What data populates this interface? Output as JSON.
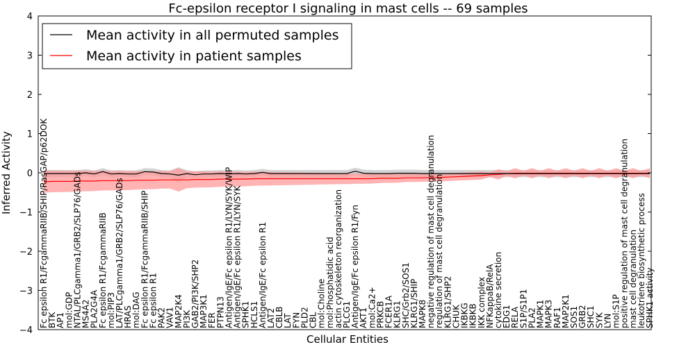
{
  "chart_data": {
    "type": "line",
    "title": "Fc-epsilon receptor I signaling in mast cells -- 69 samples",
    "xlabel": "Cellular Entities",
    "ylabel": "Inferred Activity",
    "ylim": [
      -4,
      4
    ],
    "yticks": [
      "−4",
      "−3",
      "−2",
      "−1",
      "0",
      "1",
      "2",
      "3",
      "4"
    ],
    "grid": false,
    "legend_position": "top-left",
    "colors": {
      "permuted": "#000000",
      "patient": "#ff0000",
      "patient_band": "#ff9999",
      "permuted_band": "#c8c8c8"
    },
    "categories": [
      "Fc epsilon R1/FcgammaRIIB/SHIP/RasGAP/p62DOK",
      "BTK",
      "AP1",
      "mol:GDP",
      "NTAL/PLCgamma1/GRB2/SLP76/GADs",
      "MS4A2",
      "PLA2G4A",
      "Fc epsilon R1/FcgammaRIIB",
      "mol:PIP3",
      "LAT/PLCgamma1/GRB2/SLP76/GADs",
      "HRAS",
      "mol:DAG",
      "Fc epsilon R1/FcgammaRIIB/SHIP",
      "Fc epsilon R1",
      "PAK2",
      "VAV1",
      "MAP2K4",
      "PI3K",
      "GAB2/PI3K/SHP2",
      "MAP3K1",
      "FER",
      "PTPN13",
      "Antigen/IgE/Fc epsilon R1/LYN/SYK/WIP",
      "Antigen/IgE/Fc epsilon R1/LYN/SYK",
      "SPHK1",
      "HCLS1",
      "Antigen/IgE/Fc epsilon R1",
      "LAT2",
      "CBLB",
      "LAT",
      "FYN",
      "PLD2",
      "CBL",
      "mol:Choline",
      "mol:Phosphatidic acid",
      "actin cytoskeleton reorganization",
      "PLCG1",
      "Antigen/IgE/Fc epsilon R1/Fyn",
      "AKT1",
      "mol:Ca2+",
      "PRKCB",
      "FCER1A",
      "KLRG1",
      "SHC/Grb2/SOS1",
      "KLRG1/SHIP",
      "MAPK8",
      "negative regulation of mast cell degranulation",
      "regulation of mast cell degranulation",
      "KLRG1/SHP2",
      "CHUK",
      "IKBKG",
      "IKBKB",
      "IKK complex",
      "NFKappaB/RelA",
      "cytokine secretion",
      "EDG1",
      "RELA",
      "S1P/S1P1",
      "PLA2",
      "MAPK1",
      "MAPK3",
      "RAF1",
      "MAP2K1",
      "SOS1",
      "GRB2",
      "SHC1",
      "SYK",
      "LYN",
      "mol:S1P",
      "positive regulation of mast cell degranulation",
      "mast cell degranulation",
      "leukotriene biosynthetic process",
      "SPHK1 activity"
    ],
    "series": [
      {
        "name": "Mean activity in all permuted samples",
        "values": [
          -0.02,
          -0.02,
          -0.02,
          -0.02,
          -0.02,
          0.0,
          -0.03,
          0.03,
          -0.03,
          -0.02,
          -0.03,
          -0.03,
          0.03,
          0.02,
          -0.02,
          -0.03,
          -0.06,
          -0.02,
          -0.05,
          -0.03,
          -0.03,
          -0.02,
          -0.03,
          -0.02,
          -0.03,
          -0.02,
          0.01,
          -0.02,
          -0.02,
          -0.02,
          -0.02,
          -0.02,
          -0.02,
          -0.02,
          -0.02,
          -0.02,
          -0.02,
          0.04,
          -0.01,
          -0.02,
          -0.02,
          -0.02,
          -0.01,
          -0.01,
          -0.01,
          -0.02,
          -0.02,
          -0.02,
          -0.02,
          -0.02,
          -0.02,
          -0.02,
          -0.02,
          -0.02,
          -0.02,
          -0.02,
          -0.02,
          -0.02,
          -0.02,
          -0.02,
          -0.02,
          -0.02,
          -0.02,
          -0.02,
          -0.02,
          -0.02,
          -0.02,
          -0.02,
          -0.02,
          -0.02,
          -0.02,
          -0.02,
          -0.02
        ]
      },
      {
        "name": "Mean activity in patient samples",
        "values": [
          -0.23,
          -0.22,
          -0.22,
          -0.22,
          -0.21,
          -0.21,
          -0.21,
          -0.2,
          -0.2,
          -0.2,
          -0.2,
          -0.19,
          -0.19,
          -0.19,
          -0.18,
          -0.18,
          -0.18,
          -0.18,
          -0.17,
          -0.17,
          -0.17,
          -0.16,
          -0.16,
          -0.16,
          -0.16,
          -0.15,
          -0.15,
          -0.15,
          -0.15,
          -0.15,
          -0.15,
          -0.15,
          -0.15,
          -0.15,
          -0.15,
          -0.15,
          -0.15,
          -0.15,
          -0.15,
          -0.15,
          -0.14,
          -0.14,
          -0.14,
          -0.13,
          -0.13,
          -0.13,
          -0.12,
          -0.12,
          -0.11,
          -0.1,
          -0.09,
          -0.08,
          -0.07,
          -0.05,
          -0.04,
          -0.02,
          -0.01,
          -0.01,
          -0.01,
          -0.01,
          -0.01,
          -0.01,
          -0.01,
          -0.01,
          -0.01,
          -0.01,
          -0.01,
          -0.01,
          -0.01,
          -0.01,
          -0.01,
          -0.01,
          -0.01
        ]
      }
    ]
  }
}
